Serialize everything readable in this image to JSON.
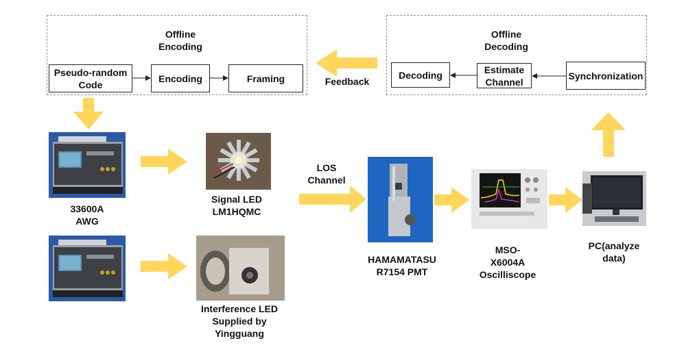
{
  "colors": {
    "arrow": "#FFD65C",
    "box_border": "#222222",
    "dashed_border": "#8A8A8A"
  },
  "encoding_panel": {
    "title": "Offline\nEncoding",
    "boxes": [
      "Pseudo-random\nCode",
      "Encoding",
      "Framing"
    ]
  },
  "decoding_panel": {
    "title": "Offline\nDecoding",
    "boxes": [
      "Decoding",
      "Estimate\nChannel",
      "Synchronization"
    ]
  },
  "feedback_label": "Feedback",
  "los_label": "LOS\nChannel",
  "devices": {
    "awg_label": "33600A\nAWG",
    "signal_led_label": "Signal LED\nLM1HQMC",
    "interference_led_label": "Interference LED\nSupplied  by\nYingguang",
    "pmt_label": "HAMAMATASU\nR7154 PMT",
    "scope_label": "MSO-\nX6004A\nOscilliscope",
    "pc_label": "PC(analyze\ndata)"
  }
}
